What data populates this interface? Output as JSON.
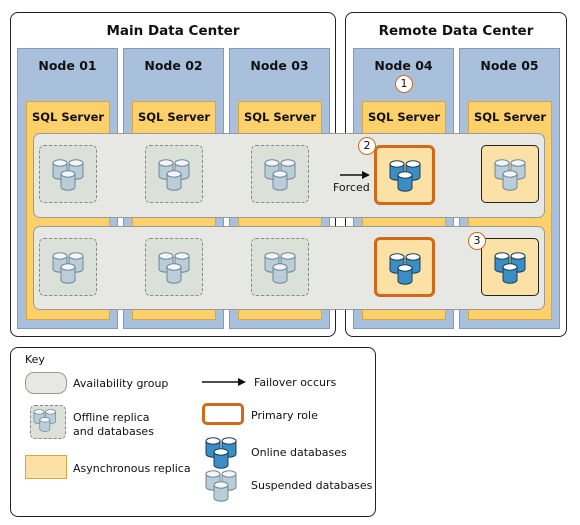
{
  "main_dc": {
    "title": "Main Data Center"
  },
  "remote_dc": {
    "title": "Remote Data Center"
  },
  "nodes": [
    {
      "label": "Node 01",
      "sql": "SQL Server"
    },
    {
      "label": "Node 02",
      "sql": "SQL Server"
    },
    {
      "label": "Node 03",
      "sql": "SQL Server"
    },
    {
      "label": "Node 04",
      "sql": "SQL Server"
    },
    {
      "label": "Node 05",
      "sql": "SQL Server"
    }
  ],
  "callouts": [
    "1",
    "2",
    "3"
  ],
  "forced_label": "Forced",
  "key": {
    "title": "Key",
    "availability_group": "Availability group",
    "offline_replica_line1": "Offline replica",
    "offline_replica_line2": "and databases",
    "async_replica": "Asynchronous replica",
    "failover": "Failover occurs",
    "primary_role": "Primary role",
    "online_db": "Online databases",
    "suspended_db": "Suspended databases"
  },
  "colors": {
    "node_blue": "#a9c0dc",
    "sql_yellow": "#fcd06a",
    "async_fill": "#fbe1a6",
    "primary_border": "#d06a1a",
    "online_db": "#3b8ec3",
    "suspended_db": "#b9ced8"
  }
}
